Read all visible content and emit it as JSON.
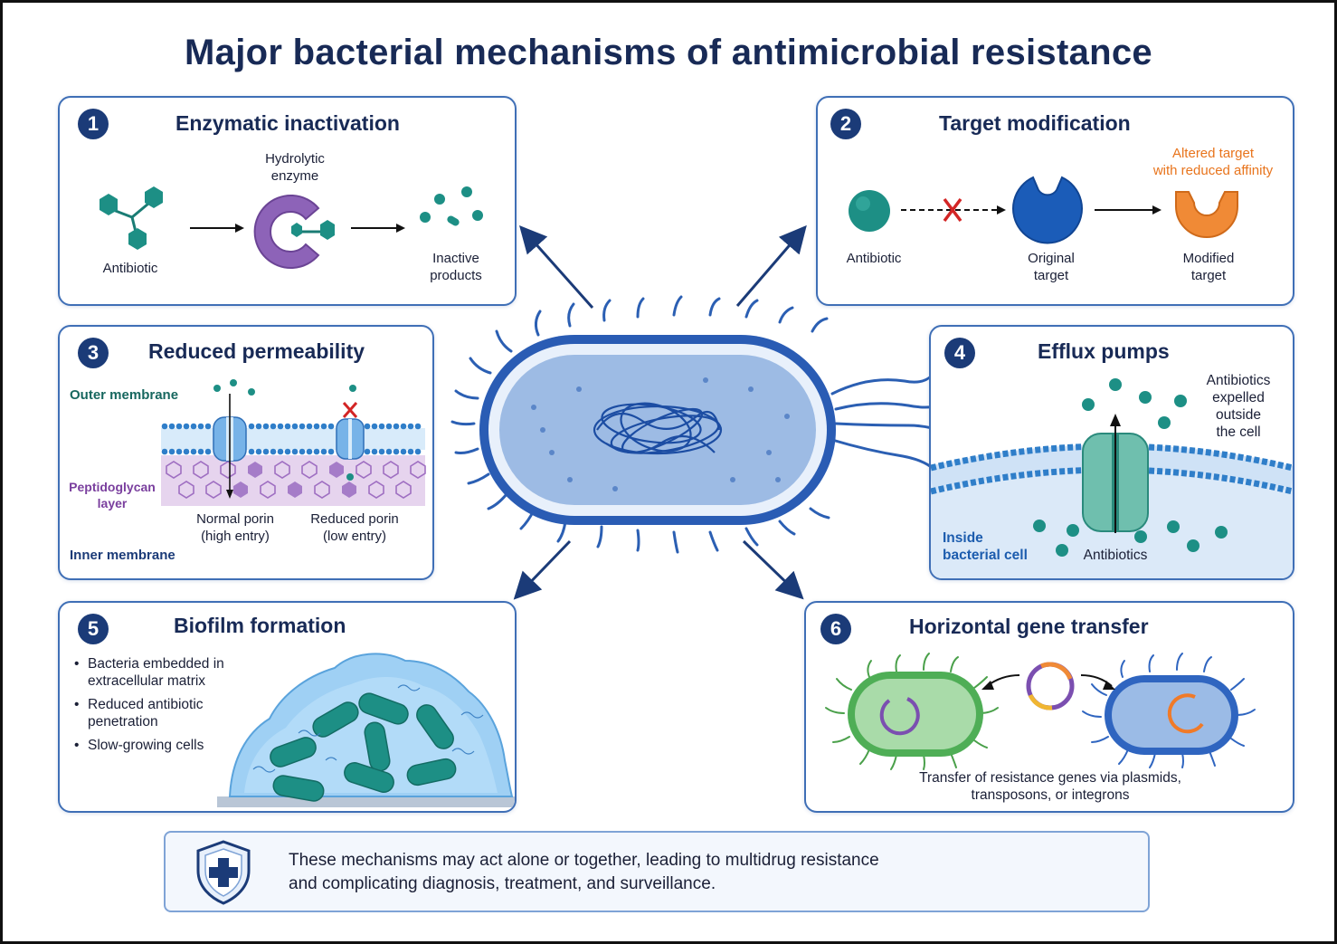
{
  "title": "Major bacterial mechanisms of antimicrobial resistance",
  "panels": {
    "p1": {
      "number": "1",
      "title": "Enzymatic inactivation",
      "antibiotic_label": "Antibiotic",
      "enzyme_label": [
        "Hydrolytic",
        "enzyme"
      ],
      "products_label": [
        "Inactive",
        "products"
      ]
    },
    "p2": {
      "number": "2",
      "title": "Target modification",
      "antibiotic_label": "Antibiotic",
      "original_label": [
        "Original",
        "target"
      ],
      "altered_label": [
        "Altered target",
        "with reduced affinity"
      ],
      "modified_label": [
        "Modified",
        "target"
      ]
    },
    "p3": {
      "number": "3",
      "title": "Reduced permeability",
      "outer_label": "Outer membrane",
      "peptido_label": [
        "Peptidoglycan",
        "layer"
      ],
      "inner_label": "Inner membrane",
      "normal_label": [
        "Normal porin",
        "(high entry)"
      ],
      "reduced_label": [
        "Reduced porin",
        "(low entry)"
      ]
    },
    "p4": {
      "number": "4",
      "title": "Efflux pumps",
      "expelled_label": [
        "Antibiotics",
        "expelled",
        "outside",
        "the cell"
      ],
      "inside_label": [
        "Inside",
        "bacterial cell"
      ],
      "antibiotics_label": "Antibiotics"
    },
    "p5": {
      "number": "5",
      "title": "Biofilm formation",
      "bullets": [
        "Bacteria embedded in extracellular matrix",
        "Reduced antibiotic penetration",
        "Slow-growing cells"
      ]
    },
    "p6": {
      "number": "6",
      "title": "Horizontal gene transfer",
      "caption": [
        "Transfer of resistance genes via plasmids,",
        "transposons, or integrons"
      ]
    }
  },
  "footer": {
    "icon": "shield-cross-icon",
    "text": [
      "These mechanisms may act alone or together, leading to multidrug resistance",
      "and complicating diagnosis, treatment, and surveillance."
    ]
  }
}
